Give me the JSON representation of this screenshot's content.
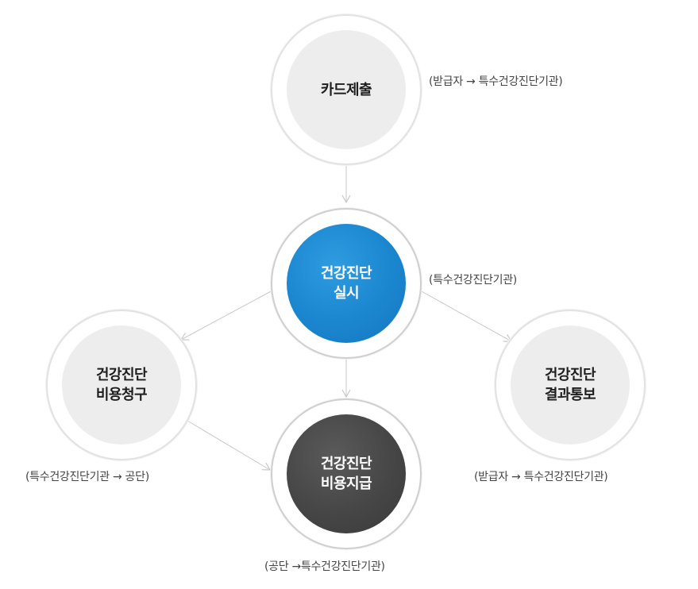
{
  "nodes": {
    "card": {
      "lines": [
        "카드제출"
      ],
      "note": "(받급자 → 특수건강진단기관)"
    },
    "exam": {
      "lines": [
        "건강진단",
        "실시"
      ],
      "note": "(특수건강진단기관)"
    },
    "claim": {
      "lines": [
        "건강진단",
        "비용청구"
      ],
      "note": "(특수건강진단기관 → 공단)"
    },
    "result": {
      "lines": [
        "건강진단",
        "결과통보"
      ],
      "note": "(받급자 → 특수건강진단기관)"
    },
    "payment": {
      "lines": [
        "건강진단",
        "비용지급"
      ],
      "note": "(공단 →특수건강진단기관)"
    }
  },
  "colors": {
    "gray_fill": "#ededed",
    "blue_fill": "#1a86cf",
    "dark_fill": "#464646",
    "ring": "#e2e2e2",
    "arrow": "#c8c8c8"
  }
}
